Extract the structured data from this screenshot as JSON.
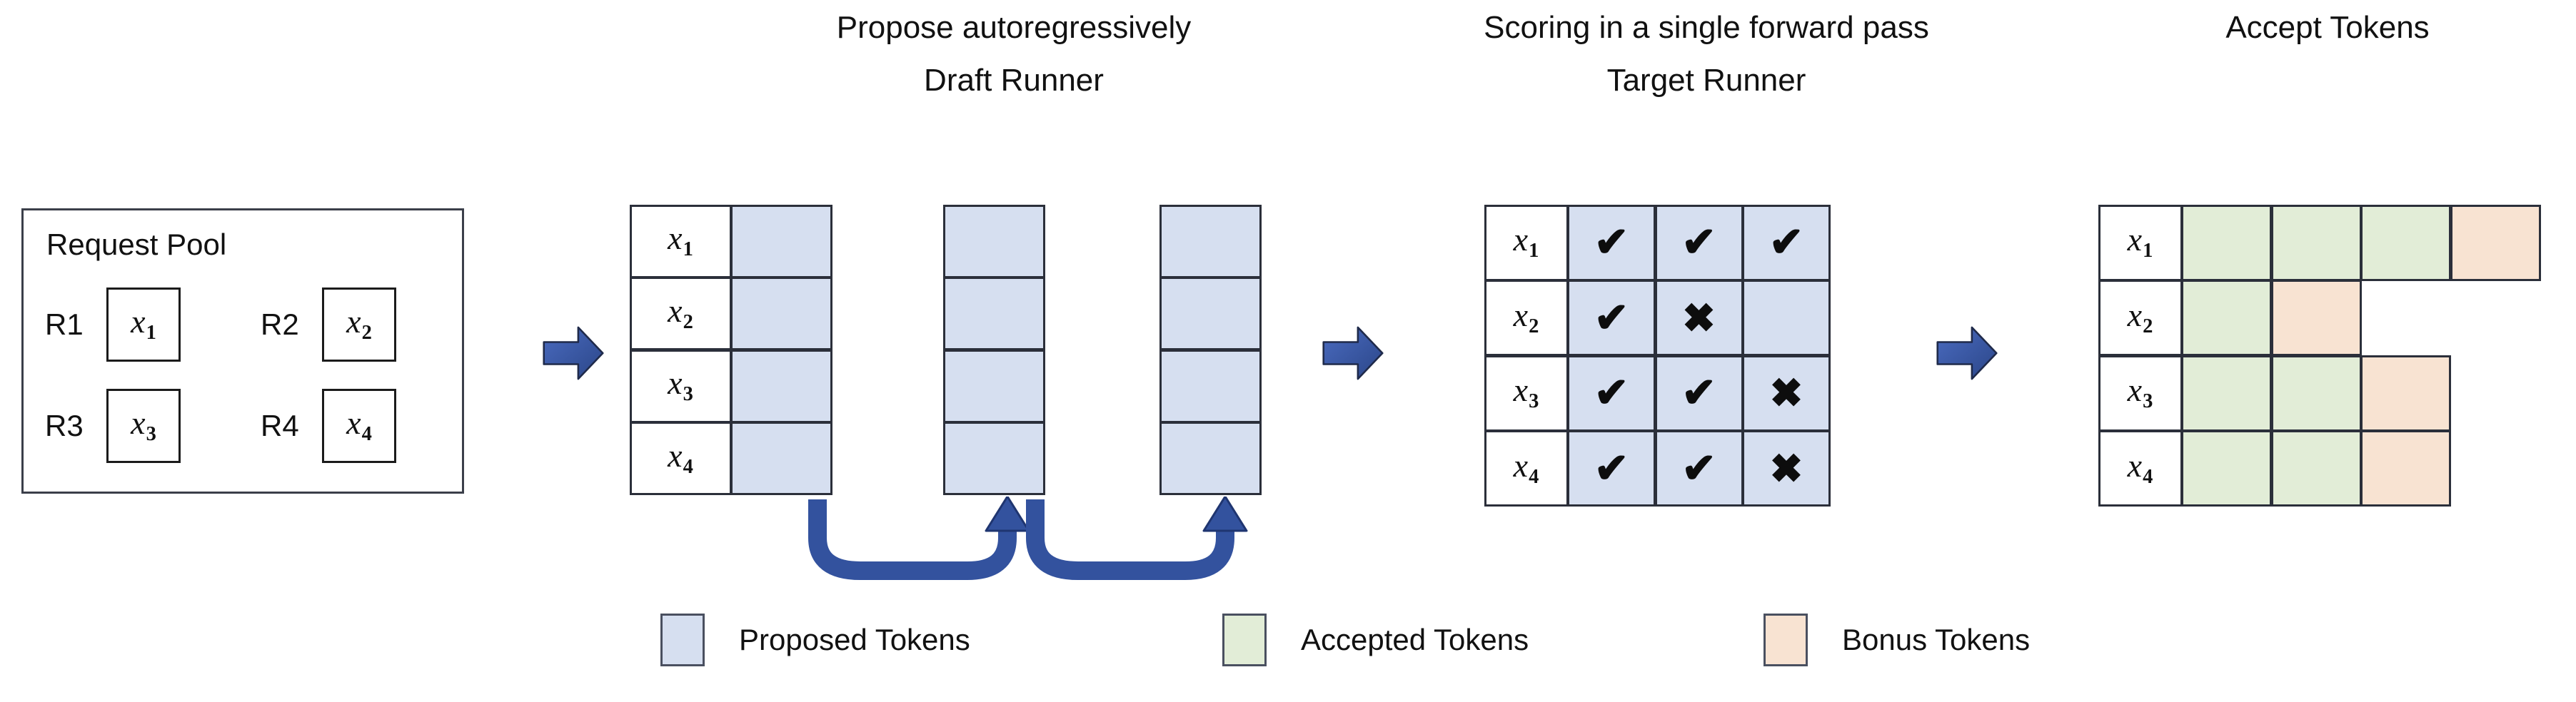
{
  "headers": {
    "propose": "Propose autoregressively",
    "draft_runner": "Draft Runner",
    "scoring": "Scoring in a single forward pass",
    "target_runner": "Target Runner",
    "accept": "Accept Tokens"
  },
  "request_pool": {
    "title": "Request Pool",
    "requests": [
      {
        "label": "R1",
        "token": "x",
        "sub": "1"
      },
      {
        "label": "R2",
        "token": "x",
        "sub": "2"
      },
      {
        "label": "R3",
        "token": "x",
        "sub": "3"
      },
      {
        "label": "R4",
        "token": "x",
        "sub": "4"
      }
    ]
  },
  "draft_runner": {
    "row_labels": [
      {
        "token": "x",
        "sub": "1"
      },
      {
        "token": "x",
        "sub": "2"
      },
      {
        "token": "x",
        "sub": "3"
      },
      {
        "token": "x",
        "sub": "4"
      }
    ],
    "columns": 3,
    "cell_state": "proposed",
    "loop_arrows": 2
  },
  "target_runner": {
    "row_labels": [
      {
        "token": "x",
        "sub": "1"
      },
      {
        "token": "x",
        "sub": "2"
      },
      {
        "token": "x",
        "sub": "3"
      },
      {
        "token": "x",
        "sub": "4"
      }
    ],
    "marks": [
      [
        "check",
        "check",
        "check"
      ],
      [
        "check",
        "cross",
        ""
      ],
      [
        "check",
        "check",
        "cross"
      ],
      [
        "check",
        "check",
        "cross"
      ]
    ],
    "glyphs": {
      "check": "✔",
      "cross": "✖"
    }
  },
  "accept_tokens": {
    "row_labels": [
      {
        "token": "x",
        "sub": "1"
      },
      {
        "token": "x",
        "sub": "2"
      },
      {
        "token": "x",
        "sub": "3"
      },
      {
        "token": "x",
        "sub": "4"
      }
    ],
    "rows": [
      [
        "accepted",
        "accepted",
        "accepted",
        "bonus"
      ],
      [
        "accepted",
        "bonus"
      ],
      [
        "accepted",
        "accepted",
        "bonus"
      ],
      [
        "accepted",
        "accepted",
        "bonus"
      ]
    ]
  },
  "legend": [
    {
      "label": "Proposed Tokens",
      "color": "#d6dff0"
    },
    {
      "label": "Accepted Tokens",
      "color": "#e2edd7"
    },
    {
      "label": "Bonus Tokens",
      "color": "#f8e3d2"
    }
  ],
  "colors": {
    "proposed": "#d6dff0",
    "accepted": "#e2edd7",
    "bonus": "#f8e3d2",
    "arrow_blue": "#33529e",
    "stroke": "#2b2f3a"
  }
}
